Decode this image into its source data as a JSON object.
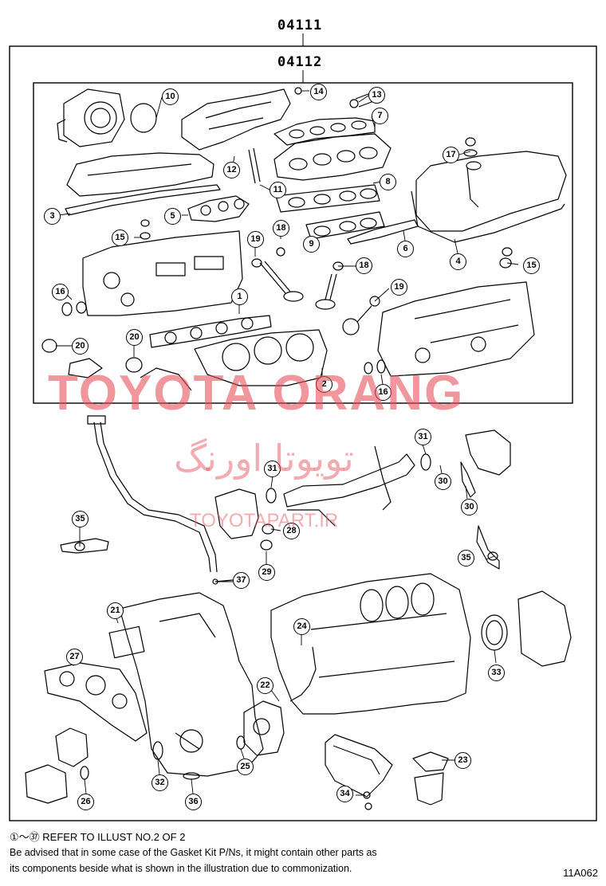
{
  "diagram": {
    "outer_kit_code": "04111",
    "inner_kit_code": "04112",
    "callouts": [
      "10",
      "14",
      "13",
      "7",
      "12",
      "11",
      "8",
      "17",
      "3",
      "5",
      "15",
      "18",
      "9",
      "6",
      "4",
      "15",
      "19",
      "1",
      "18",
      "19",
      "16",
      "20",
      "20",
      "2",
      "16",
      "31",
      "30",
      "30",
      "31",
      "28",
      "35",
      "29",
      "37",
      "35",
      "21",
      "24",
      "27",
      "22",
      "33",
      "25",
      "32",
      "36",
      "26",
      "23",
      "34"
    ],
    "watermark_main": "TOYOTA ORANG",
    "watermark_arabic": "تویوتا اورنگ",
    "watermark_url": "TOYOTAPART.IR",
    "footnote_reference": "①～㊲ REFER TO ILLUST NO.2 OF 2",
    "footnote_line1": "Be advised that in some case of the Gasket Kit P/Ns,  it might contain other parts as",
    "footnote_line2": "its components beside what is shown in the illustration due to commonization.",
    "illustration_id": "11A062"
  }
}
